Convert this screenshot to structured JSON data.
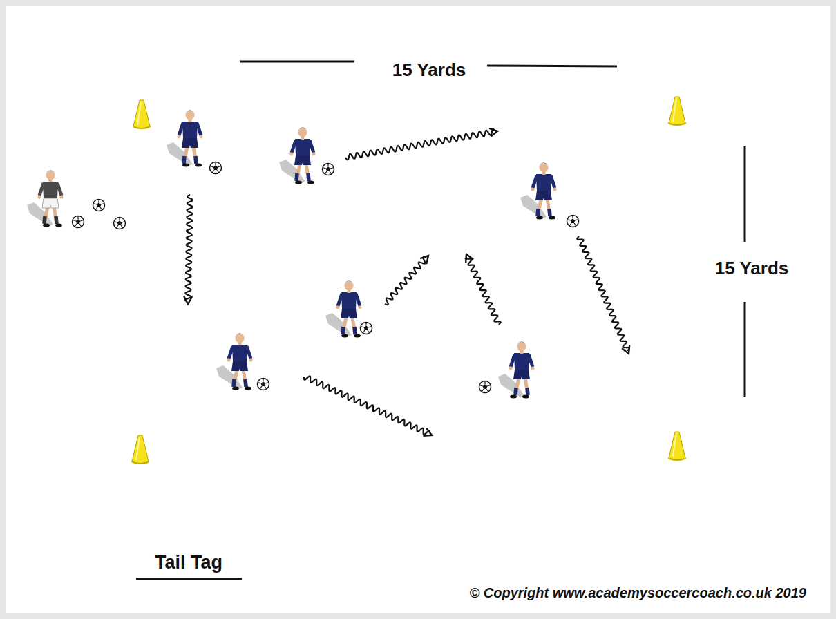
{
  "diagram": {
    "title": "Tail Tag",
    "labels": [
      "15 Yards",
      "15 Yards",
      "© Copyright www.academysoccercoach.co.uk 2019"
    ]
  }
}
